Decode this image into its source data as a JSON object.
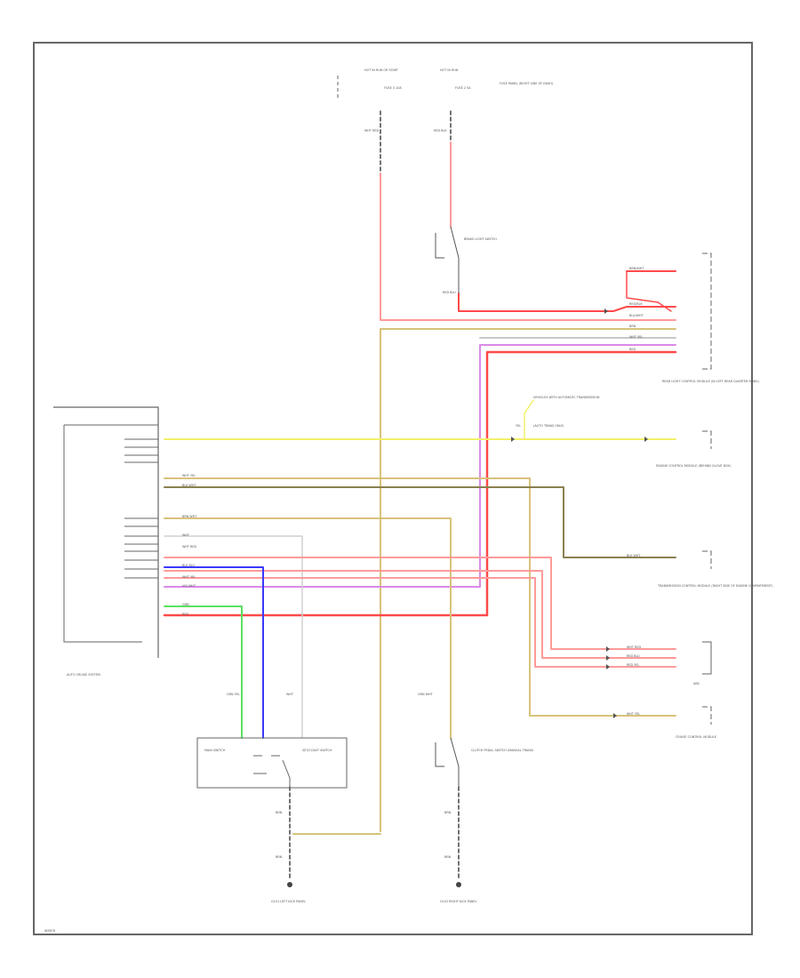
{
  "footer_code": "W9876",
  "colors": {
    "frame": "#555555",
    "red": "#ff4a4a",
    "pink": "#ff9a9a",
    "yellow": "#f2f06a",
    "tan": "#d8c27a",
    "olive": "#8a8050",
    "violet": "#d98ae6",
    "blue": "#3a3aff",
    "green": "#5de05d",
    "gray": "#b8b8b8",
    "black": "#444444"
  },
  "labels": {
    "hot_run1": "HOT IN RUN OR START",
    "fuse1": "FUSE 3 10A",
    "hot_run2": "HOT IN RUN",
    "fuse2": "FUSE 2 5A",
    "fuse_panel": "FUSE PANEL (RIGHT SIDE OF DASH)",
    "wire_wht_red": "WHT RED",
    "wire_red_blk": "RED BLK",
    "brake_switch": "BRAKE LIGHT SWITCH",
    "wire_red_blu": "RED BLU",
    "rear_light_module": "REAR LIGHT CONTROL MODULE (IN LEFT REAR QUARTER PANEL)",
    "auto_trans_note": "VEHICLES WITH AUTOMATIC TRANSMISSION",
    "auto_trans_only": "(AUTO TRANS ONLY)",
    "ecm": "ENGINE CONTROL MODULE (BEHIND GLOVE BOX)",
    "tcm": "TRANSMISSION CONTROL MODULE (RIGHT SIDE OF ENGINE COMPARTMENT)",
    "abs": "ABS",
    "cruise_module": "CRUISE CONTROL MODULE",
    "cruise_system": "AUTO CRUISE SYSTEM",
    "main_switch": "MAIN SWITCH",
    "set_switch": "SET/COAST SWITCH",
    "clutch_switch": "CLUTCH PEDAL SWITCH (MANUAL TRANS)",
    "ground_left": "G101 LEFT KICK PANEL",
    "ground_right": "G102 RIGHT KICK PANEL",
    "wire_grn_yel": "GRN YEL",
    "wire_wht": "WHT",
    "wire_grn_wht": "GRN WHT",
    "wire_brn": "BRN"
  },
  "right_wire_labels": [
    "BRN/WHT",
    "RED/BLK",
    "BLU/WHT",
    "BRN",
    "WHT YEL",
    "RED"
  ],
  "mid_wire_labels": [
    "WHT YEL",
    "BLK WHT",
    "BRN WHT",
    "WHT",
    "WHT RED",
    "BLK BLU",
    "WHT YEL",
    "VIO WHT",
    "GRN",
    "RED"
  ],
  "abs_wire_labels": [
    "WHT RED",
    "RED BLU",
    "RED YEL"
  ],
  "wire_yel": "YEL",
  "wire_blk_wht_right": "BLK WHT",
  "wire_wht_yel_cruise": "WHT YEL"
}
